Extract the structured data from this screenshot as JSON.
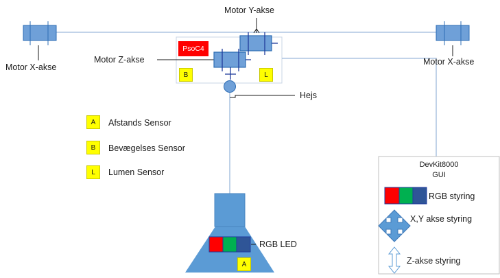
{
  "labels": {
    "motor_y": "Motor Y-akse",
    "motor_x_left": "Motor X-akse",
    "motor_x_right": "Motor X-akse",
    "motor_z": "Motor Z-akse",
    "hejs": "Hejs",
    "psoc": "PsoC4",
    "rgb_led": "RGB LED"
  },
  "carriage_badges": {
    "b": "B",
    "l": "L"
  },
  "lamp_badge": "A",
  "legend": [
    {
      "key": "A",
      "label": "Afstands Sensor"
    },
    {
      "key": "B",
      "label": "Bevægelses Sensor"
    },
    {
      "key": "L",
      "label": "Lumen Sensor"
    }
  ],
  "gui": {
    "title_line1": "DevKit8000",
    "title_line2": "GUI",
    "rgb_label": "RGB styring",
    "xy_label": "X,Y akse styring",
    "z_label": "Z-akse styring"
  },
  "colors": {
    "rgb_red": "#ff0000",
    "rgb_green": "#00b050",
    "rgb_blue": "#2f5597",
    "motor_fill": "#6fa0d8",
    "line_blue": "#5b9bd5",
    "badge_yellow": "#ffff00"
  }
}
